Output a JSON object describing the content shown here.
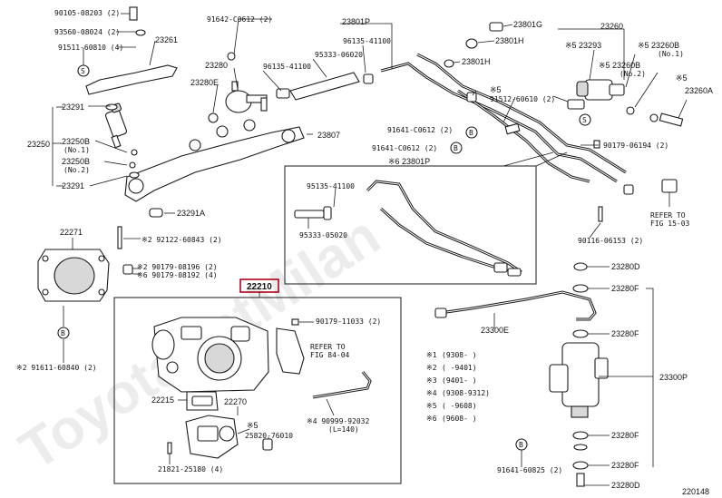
{
  "diagram_code": "220148",
  "highlighted_part": "22210",
  "watermark": "ToyotaCatMilan",
  "labels": {
    "a1": "90105-08203 (2)",
    "a2": "93560-08024 (2)",
    "a3": "91511-60810 (4)",
    "a4": "23261",
    "a5": "23291",
    "a6": "23250",
    "a7": "23250B",
    "a7b": "(No.1)",
    "a8": "23250B",
    "a8b": "(No.2)",
    "a9": "23291",
    "a10": "91642-C0612 (2)",
    "a11": "23280",
    "a12": "23280E",
    "a13": "96135-41100",
    "a14": "95333-06020",
    "a15": "23801P",
    "a16": "96135-41100",
    "a17": "23801G",
    "a18": "23801H",
    "a19": "23801H",
    "a20": "23807",
    "a21": "23291A",
    "a22": "23260",
    "a23": "※5 23293",
    "a24": "※5 23260B",
    "a24b": "(No.1)",
    "a25": "※5 23260B",
    "a25b": "(No.2)",
    "a26": "※5",
    "a27": "23260A",
    "a28": "※5",
    "a29": "91512-60610 (2)",
    "a30": "91641-C0612 (2)",
    "a31": "91641-C0612 (2)",
    "a32": "※6 23801P",
    "a33": "90179-06194 (2)",
    "a34": "95135-41100",
    "a35": "95333-05020",
    "a36": "REFER TO",
    "a37": "FIG 15-03",
    "a38": "90116-06153 (2)",
    "a39": "22271",
    "a40": "※2 92122-60843 (2)",
    "a41": "※2 90179-08196 (2)",
    "a42": "※6 90179-08192 (4)",
    "a43": "※2 91611-60840 (2)",
    "a44": "23280D",
    "a45": "23280F",
    "a46": "23300E",
    "a47": "23280F",
    "a48": "23300P",
    "a49": "23280F",
    "a50": "23280F",
    "a51": "91641-60825 (2)",
    "a52": "23280D",
    "a53": "90179-11033 (2)",
    "a54": "REFER TO",
    "a55": "FIG 84-04",
    "a56": "22215",
    "a57": "22270",
    "a58": "※5",
    "a59": "25820-76010",
    "a60": "※4 90999-92032",
    "a61": "(L=140)",
    "a62": "21821-25180 (4)"
  },
  "legend": [
    {
      "mark": "※1",
      "text": "(9308-      )"
    },
    {
      "mark": "※2",
      "text": "(      -9401)"
    },
    {
      "mark": "※3",
      "text": "(9401-      )"
    },
    {
      "mark": "※4",
      "text": "(9308-9312)"
    },
    {
      "mark": "※5",
      "text": "(      -9608)"
    },
    {
      "mark": "※6",
      "text": "(9608-      )"
    }
  ],
  "markers": {
    "s": "S",
    "b": "B"
  }
}
